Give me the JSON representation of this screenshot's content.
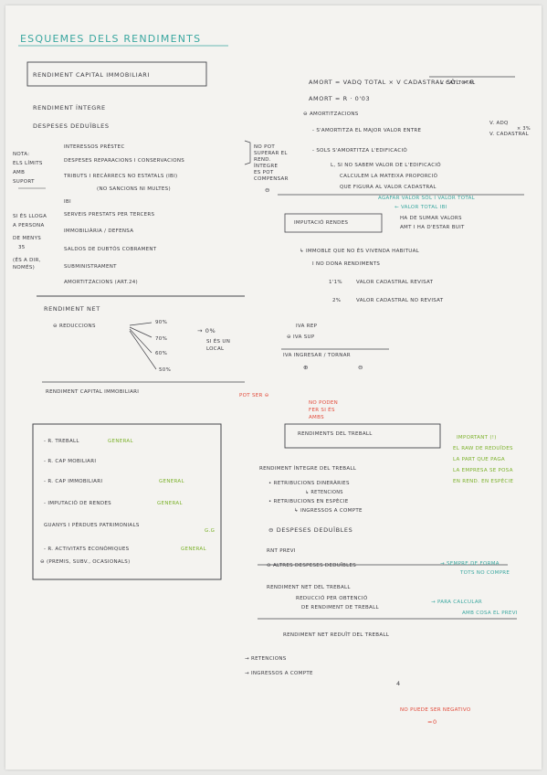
{
  "title": "Esquemes dels rendiments",
  "capital": {
    "heading": "Rendiment capital immobiliari",
    "integre": "Rendiment íntegre",
    "despeses_header": "Despeses deduïbles",
    "items": [
      "Interessos préstec",
      "Despeses reparacions i conservacions",
      "Tributs i recàrrecs no estatals (IBI)",
      "(no sancions ni multes)",
      "IBI",
      "Serveis prestats per tercers",
      "Immobiliària / defensa",
      "Saldos de dubtós cobrament",
      "Subministrament",
      "Amortitzacions (Art.24)"
    ],
    "side_note_1": "No pot superar el rend. íntegre",
    "side_note_2": "Es pot compensar",
    "side_note_symbol": "⊖",
    "left_notes": [
      "Nota:",
      "Els límits",
      "amb",
      "suport",
      "si és lloga",
      "a persona",
      "de menys",
      "35",
      "(és a dir,",
      "només)"
    ],
    "net_label": "Rendiment net",
    "reduccions_label": "⊖ Reduccions",
    "percents": [
      "90%",
      "70%",
      "60%",
      "50%"
    ],
    "zero_label": "→ 0%",
    "local_note": "si és un local",
    "footer_heading": "Rendiment capital immobiliari"
  },
  "amort": {
    "formula1": "Amort = Vadq total × V cadastral sòl = R",
    "formula_denominator": "V cat total",
    "formula2": "Amort = R · 0'03",
    "amortitzacions": "⊖ Amortitzacions",
    "rule1": "- S'amortitza el major valor entre",
    "brace1": "V. adq",
    "brace2": "V. cadastral",
    "times3": "× 3%",
    "rule2": "- Sols s'amortitza l'edificació",
    "rule3": "L, si no sabem valor de l'edificació",
    "rule4": "calculem la mateixa proporció",
    "rule5": "que figura al valor cadastral",
    "teal_note1": "Agafar valor sòl i valor total",
    "teal_note2": "← valor total IBI",
    "imputacio": "Imputació rendes",
    "imputacio_note1": "Ha de sumar valors",
    "imputacio_note2": "AMT i ha d'estar buit",
    "immoble": "↳ Immoble que no és vivenda habitual",
    "no_dona": "i no dona rendiments",
    "pct1_label": "1'1%",
    "pct1_text": "Valor cadastral revisat",
    "pct2_label": "2%",
    "pct2_text": "Valor cadastral no revisat",
    "iva_rep": "IVA rep",
    "iva_sup": "⊖ IVA sup",
    "iva_ingresar": "IVA ingresar / tornar",
    "plus": "⊕",
    "minus": "⊖",
    "red_note": "Pot ser ⊖",
    "red_note_2": "no poden",
    "red_note_3": "fer si és",
    "red_note_4": "ambs"
  },
  "categories": {
    "items": [
      {
        "label": "- R. treball",
        "tag": "General"
      },
      {
        "label": "- R. cap mobiliari",
        "tag": ""
      },
      {
        "label": "- R. cap immobiliari",
        "tag": "General"
      },
      {
        "label": "- Imputació de rendes",
        "tag": "General"
      },
      {
        "label": "Guanys i pèrdues patrimonials",
        "tag": "G.G"
      },
      {
        "label": "- R. activitats econòmiques",
        "tag": "General"
      }
    ],
    "footnote": "⊖ (Premis, subv., ocasionals)"
  },
  "treball": {
    "heading": "Rendiments del treball",
    "important": [
      "Important (!)",
      "El raw de reduïdes",
      "la part que paga",
      "la empresa se posa",
      "en rend. en espècie"
    ],
    "integre": "Rendiment íntegre del treball",
    "retrib1": "• Retribucions dineràries",
    "retrib1b": "↳ Retencions",
    "retrib2": "• Retribucions en espècie",
    "retrib2b": "↳ Ingressos a compte",
    "despeses": "⊖ Despeses deduïbles",
    "rnt_previ": "RNT previ",
    "altres": "⊖ Altres despeses deduïbles",
    "altres_note1": "→ Sempre de forma",
    "altres_note2": "tots no compre",
    "net": "Rendiment net del treball",
    "reduccio1": "Reducció per obtenció",
    "reduccio2": "de rendiment de treball",
    "reduccio_note1": "→ Para calcular",
    "reduccio_note2": "amb cosa el previ",
    "reduit": "Rendiment net reduït del treball",
    "retencions": "→ Retencions",
    "ingressos": "→ Ingressos a compte",
    "four": "4",
    "no_pot1": "No puede ser negativo",
    "no_pot2": "=0"
  }
}
